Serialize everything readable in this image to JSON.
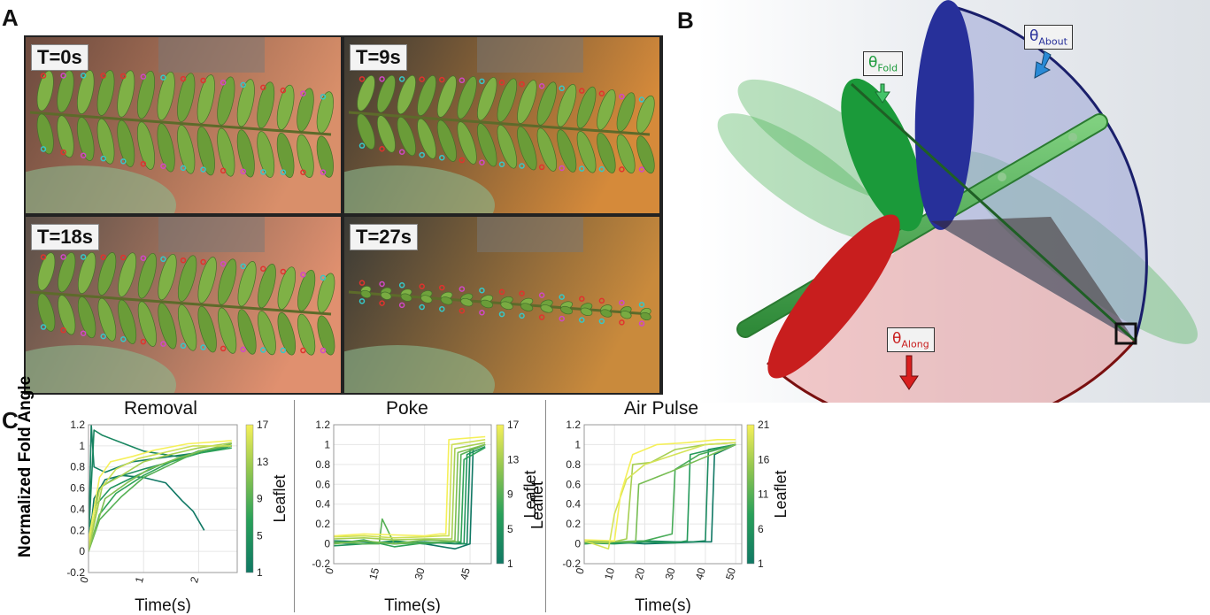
{
  "panels": {
    "a": "A",
    "b": "B",
    "c": "C"
  },
  "photos": [
    {
      "label": "T=0s",
      "fold": 0.0
    },
    {
      "label": "T=9s",
      "fold": 0.1
    },
    {
      "label": "T=18s",
      "fold": 0.05
    },
    {
      "label": "T=27s",
      "fold": 1.0
    }
  ],
  "diagram": {
    "theta_fold": {
      "symbol": "θ",
      "sub": "Fold"
    },
    "theta_about": {
      "symbol": "θ",
      "sub": "About"
    },
    "theta_along": {
      "symbol": "θ",
      "sub": "Along"
    },
    "colors": {
      "fold": "#1b9a3a",
      "about": "#27309a",
      "along": "#c81e1e",
      "stem": "#4faa55"
    }
  },
  "chart_data": [
    {
      "type": "line",
      "title": "Removal",
      "ylabel": "Normalized Fold Angle",
      "xlabel": "Time(s)",
      "xlim": [
        0,
        2.7
      ],
      "ylim": [
        -0.2,
        1.2
      ],
      "xticks": [
        0,
        1,
        2
      ],
      "yticks": [
        -0.2,
        0,
        0.2,
        0.4,
        0.6,
        0.8,
        1,
        1.2
      ],
      "colorbar": {
        "label": "Leaflet",
        "ticks": [
          1,
          5,
          9,
          13,
          17
        ],
        "min": 1,
        "max": 17
      },
      "series": [
        {
          "leaflet": 1,
          "x": [
            0,
            0.1,
            0.3,
            0.6,
            1.0,
            1.4,
            1.7,
            1.9,
            2.1
          ],
          "y": [
            0,
            0.5,
            0.68,
            0.72,
            0.7,
            0.65,
            0.48,
            0.38,
            0.2
          ]
        },
        {
          "leaflet": 2,
          "x": [
            0,
            0.05,
            0.1,
            0.3,
            0.8,
            1.5,
            2.2,
            2.6
          ],
          "y": [
            0,
            1.2,
            0.8,
            0.75,
            0.85,
            0.9,
            0.95,
            1.0
          ]
        },
        {
          "leaflet": 3,
          "x": [
            0,
            0.1,
            0.25,
            0.5,
            1.0,
            1.6,
            2.2,
            2.6
          ],
          "y": [
            0.1,
            1.15,
            1.1,
            1.05,
            0.95,
            0.9,
            0.95,
            1.0
          ]
        },
        {
          "leaflet": 4,
          "x": [
            0,
            0.2,
            0.5,
            1.0,
            1.5,
            2.0,
            2.6
          ],
          "y": [
            0.2,
            0.6,
            0.7,
            0.78,
            0.85,
            0.95,
            1.0
          ]
        },
        {
          "leaflet": 5,
          "x": [
            0,
            0.15,
            0.4,
            0.8,
            1.3,
            1.8,
            2.3,
            2.6
          ],
          "y": [
            0,
            0.45,
            0.6,
            0.7,
            0.82,
            0.9,
            0.97,
            1.02
          ]
        },
        {
          "leaflet": 7,
          "x": [
            0,
            0.2,
            0.5,
            1.0,
            1.5,
            2.0,
            2.6
          ],
          "y": [
            0,
            0.35,
            0.55,
            0.72,
            0.85,
            0.93,
            0.98
          ]
        },
        {
          "leaflet": 9,
          "x": [
            0,
            0.2,
            0.6,
            1.0,
            1.4,
            2.0,
            2.6
          ],
          "y": [
            0,
            0.3,
            0.52,
            0.7,
            0.8,
            0.95,
            1.0
          ]
        },
        {
          "leaflet": 11,
          "x": [
            0,
            0.3,
            0.7,
            1.1,
            1.6,
            2.1,
            2.6
          ],
          "y": [
            0,
            0.5,
            0.65,
            0.78,
            0.88,
            0.96,
            1.02
          ]
        },
        {
          "leaflet": 13,
          "x": [
            0,
            0.25,
            0.6,
            1.0,
            1.5,
            2.0,
            2.6
          ],
          "y": [
            0,
            0.62,
            0.72,
            0.85,
            0.92,
            0.98,
            1.03
          ]
        },
        {
          "leaflet": 15,
          "x": [
            0,
            0.2,
            0.5,
            0.9,
            1.4,
            1.9,
            2.6
          ],
          "y": [
            0.05,
            0.58,
            0.78,
            0.88,
            0.94,
            1.0,
            1.0
          ]
        },
        {
          "leaflet": 17,
          "x": [
            0,
            0.2,
            0.4,
            0.8,
            1.2,
            1.8,
            2.6
          ],
          "y": [
            0.1,
            0.7,
            0.85,
            0.9,
            0.96,
            1.02,
            1.05
          ]
        }
      ]
    },
    {
      "type": "line",
      "title": "Poke",
      "ylabel": "",
      "xlabel": "Time(s)",
      "xlim": [
        0,
        52
      ],
      "ylim": [
        -0.2,
        1.2
      ],
      "xticks": [
        0,
        15,
        30,
        45
      ],
      "yticks": [
        -0.2,
        0,
        0.2,
        0.4,
        0.6,
        0.8,
        1,
        1.2
      ],
      "colorbar": {
        "label": "Leaflet",
        "ticks": [
          1,
          5,
          9,
          13,
          17
        ],
        "min": 1,
        "max": 17
      },
      "series": [
        {
          "leaflet": 1,
          "x": [
            0,
            10,
            20,
            30,
            40,
            45,
            46,
            50
          ],
          "y": [
            0.01,
            0,
            0.02,
            0,
            -0.05,
            0,
            0.95,
            1.0
          ]
        },
        {
          "leaflet": 3,
          "x": [
            0,
            10,
            20,
            30,
            40,
            44,
            45,
            50
          ],
          "y": [
            0.03,
            0.02,
            0,
            0.02,
            0,
            0,
            0.95,
            1.0
          ]
        },
        {
          "leaflet": 5,
          "x": [
            0,
            10,
            20,
            30,
            40,
            43,
            44,
            50
          ],
          "y": [
            -0.02,
            0,
            0.03,
            0,
            0.02,
            0,
            0.9,
            0.98
          ]
        },
        {
          "leaflet": 7,
          "x": [
            0,
            10,
            20,
            30,
            38,
            42,
            43,
            50
          ],
          "y": [
            0,
            0.04,
            -0.03,
            0.01,
            0.02,
            0.02,
            0.85,
            0.97
          ]
        },
        {
          "leaflet": 9,
          "x": [
            0,
            10,
            15,
            16,
            20,
            30,
            38,
            41,
            42,
            50
          ],
          "y": [
            0.02,
            0,
            0.0,
            0.25,
            0,
            0.01,
            0.02,
            0.02,
            0.9,
            1.0
          ]
        },
        {
          "leaflet": 11,
          "x": [
            0,
            10,
            20,
            30,
            38,
            40,
            41,
            50
          ],
          "y": [
            0,
            0.03,
            0,
            0.04,
            0.03,
            0.03,
            0.92,
            1.0
          ]
        },
        {
          "leaflet": 13,
          "x": [
            0,
            10,
            20,
            30,
            37,
            39,
            40,
            50
          ],
          "y": [
            0.05,
            0.06,
            0.04,
            0.05,
            0.05,
            0.05,
            0.96,
            1.02
          ]
        },
        {
          "leaflet": 15,
          "x": [
            0,
            10,
            20,
            30,
            36,
            38,
            39,
            50
          ],
          "y": [
            0.07,
            0.08,
            0.06,
            0.07,
            0.08,
            0.08,
            1.0,
            1.05
          ]
        },
        {
          "leaflet": 17,
          "x": [
            0,
            10,
            20,
            30,
            35,
            37,
            38,
            50
          ],
          "y": [
            0.08,
            0.1,
            0.09,
            0.08,
            0.1,
            0.1,
            1.05,
            1.08
          ]
        }
      ]
    },
    {
      "type": "line",
      "title": "Air Pulse",
      "ylabel": "Leaflet",
      "xlabel": "Time(s)",
      "xlim": [
        0,
        52
      ],
      "ylim": [
        -0.2,
        1.2
      ],
      "xticks": [
        0,
        10,
        20,
        30,
        40,
        50
      ],
      "yticks": [
        -0.2,
        0,
        0.2,
        0.4,
        0.6,
        0.8,
        1,
        1.2
      ],
      "colorbar": {
        "label": "Leaflet",
        "ticks": [
          1,
          6,
          11,
          16,
          21
        ],
        "min": 1,
        "max": 21
      },
      "series": [
        {
          "leaflet": 1,
          "x": [
            0,
            10,
            20,
            30,
            38,
            42,
            43,
            50
          ],
          "y": [
            0,
            0.02,
            0,
            0.01,
            0.02,
            0.02,
            0.9,
            1.0
          ]
        },
        {
          "leaflet": 4,
          "x": [
            0,
            10,
            20,
            30,
            36,
            40,
            41,
            50
          ],
          "y": [
            0.02,
            0.01,
            0.03,
            0.02,
            0.02,
            0.03,
            0.95,
            1.0
          ]
        },
        {
          "leaflet": 7,
          "x": [
            0,
            10,
            20,
            30,
            34,
            35,
            42,
            50
          ],
          "y": [
            0.01,
            0,
            0.02,
            0.01,
            0.03,
            0.9,
            0.95,
            1.0
          ]
        },
        {
          "leaflet": 10,
          "x": [
            0,
            10,
            20,
            29,
            30,
            38,
            50
          ],
          "y": [
            0,
            0.02,
            0.03,
            0.1,
            0.75,
            0.9,
            1.0
          ]
        },
        {
          "leaflet": 13,
          "x": [
            0,
            10,
            17,
            18,
            28,
            38,
            50
          ],
          "y": [
            0.03,
            0.02,
            0.02,
            0.6,
            0.72,
            0.85,
            1.0
          ]
        },
        {
          "leaflet": 16,
          "x": [
            0,
            8,
            14,
            16,
            22,
            30,
            40,
            50
          ],
          "y": [
            0.02,
            0.01,
            0.05,
            0.8,
            0.82,
            0.95,
            1.0,
            1.02
          ]
        },
        {
          "leaflet": 19,
          "x": [
            0,
            8,
            10,
            14,
            20,
            30,
            40,
            50
          ],
          "y": [
            0.03,
            -0.05,
            0.3,
            0.65,
            0.8,
            0.9,
            1.0,
            1.02
          ]
        },
        {
          "leaflet": 21,
          "x": [
            0,
            10,
            12,
            16,
            24,
            34,
            44,
            50
          ],
          "y": [
            0.04,
            0.03,
            0.5,
            0.9,
            1.0,
            1.02,
            1.05,
            1.05
          ]
        }
      ]
    }
  ]
}
